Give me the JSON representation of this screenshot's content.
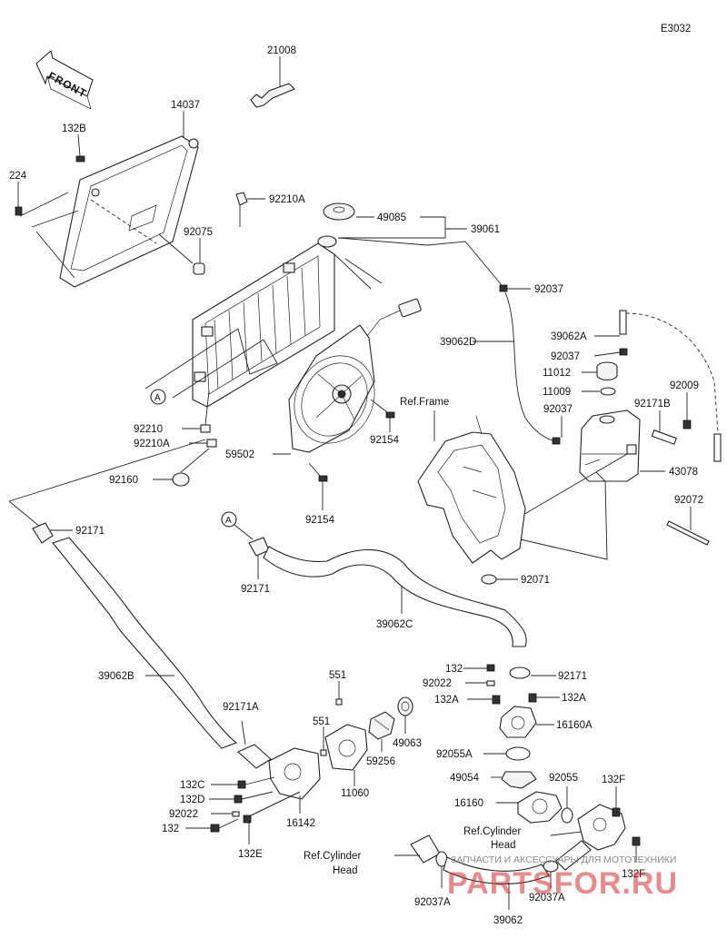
{
  "diagram_code": "E3032",
  "front_label": "FRONT",
  "callout_A": "A",
  "labels": {
    "p21008": "21008",
    "p14037": "14037",
    "p132B": "132B",
    "p224": "224",
    "p92210A_top": "92210A",
    "p92075": "92075",
    "p49085": "49085",
    "p39061": "39061",
    "p92037_top": "92037",
    "p39062A": "39062A",
    "p39062D": "39062D",
    "p92037_mid": "92037",
    "p11012": "11012",
    "p11009": "11009",
    "p92009": "92009",
    "p92037_low": "92037",
    "p92171B": "92171B",
    "ref_frame": "Ref.Frame",
    "p43078": "43078",
    "p92210": "92210",
    "p92210A_low": "92210A",
    "p59502": "59502",
    "p92154_a": "92154",
    "p92160": "92160",
    "p92154_b": "92154",
    "p92072": "92072",
    "p92171_left": "92171",
    "p92171_mid": "92171",
    "p92071": "92071",
    "p39062C": "39062C",
    "p39062B": "39062B",
    "p132_r": "132",
    "p92171_r": "92171",
    "p92022_r": "92022",
    "p132A_l": "132A",
    "p132A_r": "132A",
    "p16160A": "16160A",
    "p551_top": "551",
    "p551_mid": "551",
    "p49063": "49063",
    "p92171A": "92171A",
    "p59256": "59256",
    "p92055A": "92055A",
    "p49054": "49054",
    "p92055": "92055",
    "p132F_top": "132F",
    "p11060": "11060",
    "p132C": "132C",
    "p132D": "132D",
    "p92022_l": "92022",
    "p132_l": "132",
    "p16142": "16142",
    "p132E": "132E",
    "p16160": "16160",
    "ref_cyl_right": "Ref.Cylinder\nHead",
    "ref_cyl_left": "Ref.Cylinder\nHead",
    "p132F_low": "132F",
    "p92037A_l": "92037A",
    "p92037A_r": "92037A",
    "p39062": "39062"
  },
  "watermark": {
    "small": "ЗАПЧАСТИ И АКСЕССУАРЫ ДЛЯ МОТОТЕХНИКИ",
    "big": "PARTSFOR.RU"
  }
}
